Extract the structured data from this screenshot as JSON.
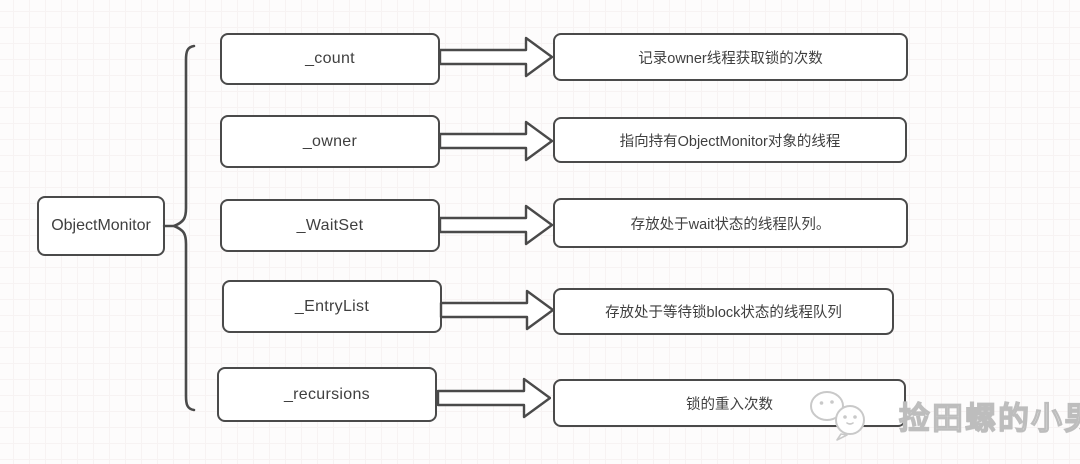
{
  "diagram": {
    "root": {
      "label": "ObjectMonitor"
    },
    "rows": [
      {
        "field": "_count",
        "desc": "记录owner线程获取锁的次数"
      },
      {
        "field": "_owner",
        "desc": "指向持有ObjectMonitor对象的线程"
      },
      {
        "field": "_WaitSet",
        "desc": "存放处于wait状态的线程队列。"
      },
      {
        "field": "_EntryList",
        "desc": "存放处于等待锁block状态的线程队列"
      },
      {
        "field": "_recursions",
        "desc": "锁的重入次数"
      }
    ],
    "colors": {
      "stroke": "#4a4a4a",
      "text": "#3f3f3f",
      "grid_minor": "#f7f3f3",
      "grid_major": "#ece7e7",
      "watermark": "#bdbdbd"
    }
  },
  "watermark": {
    "text": "捡田螺的小男孩",
    "icon": "chat-bubbles-mascot-icon"
  }
}
